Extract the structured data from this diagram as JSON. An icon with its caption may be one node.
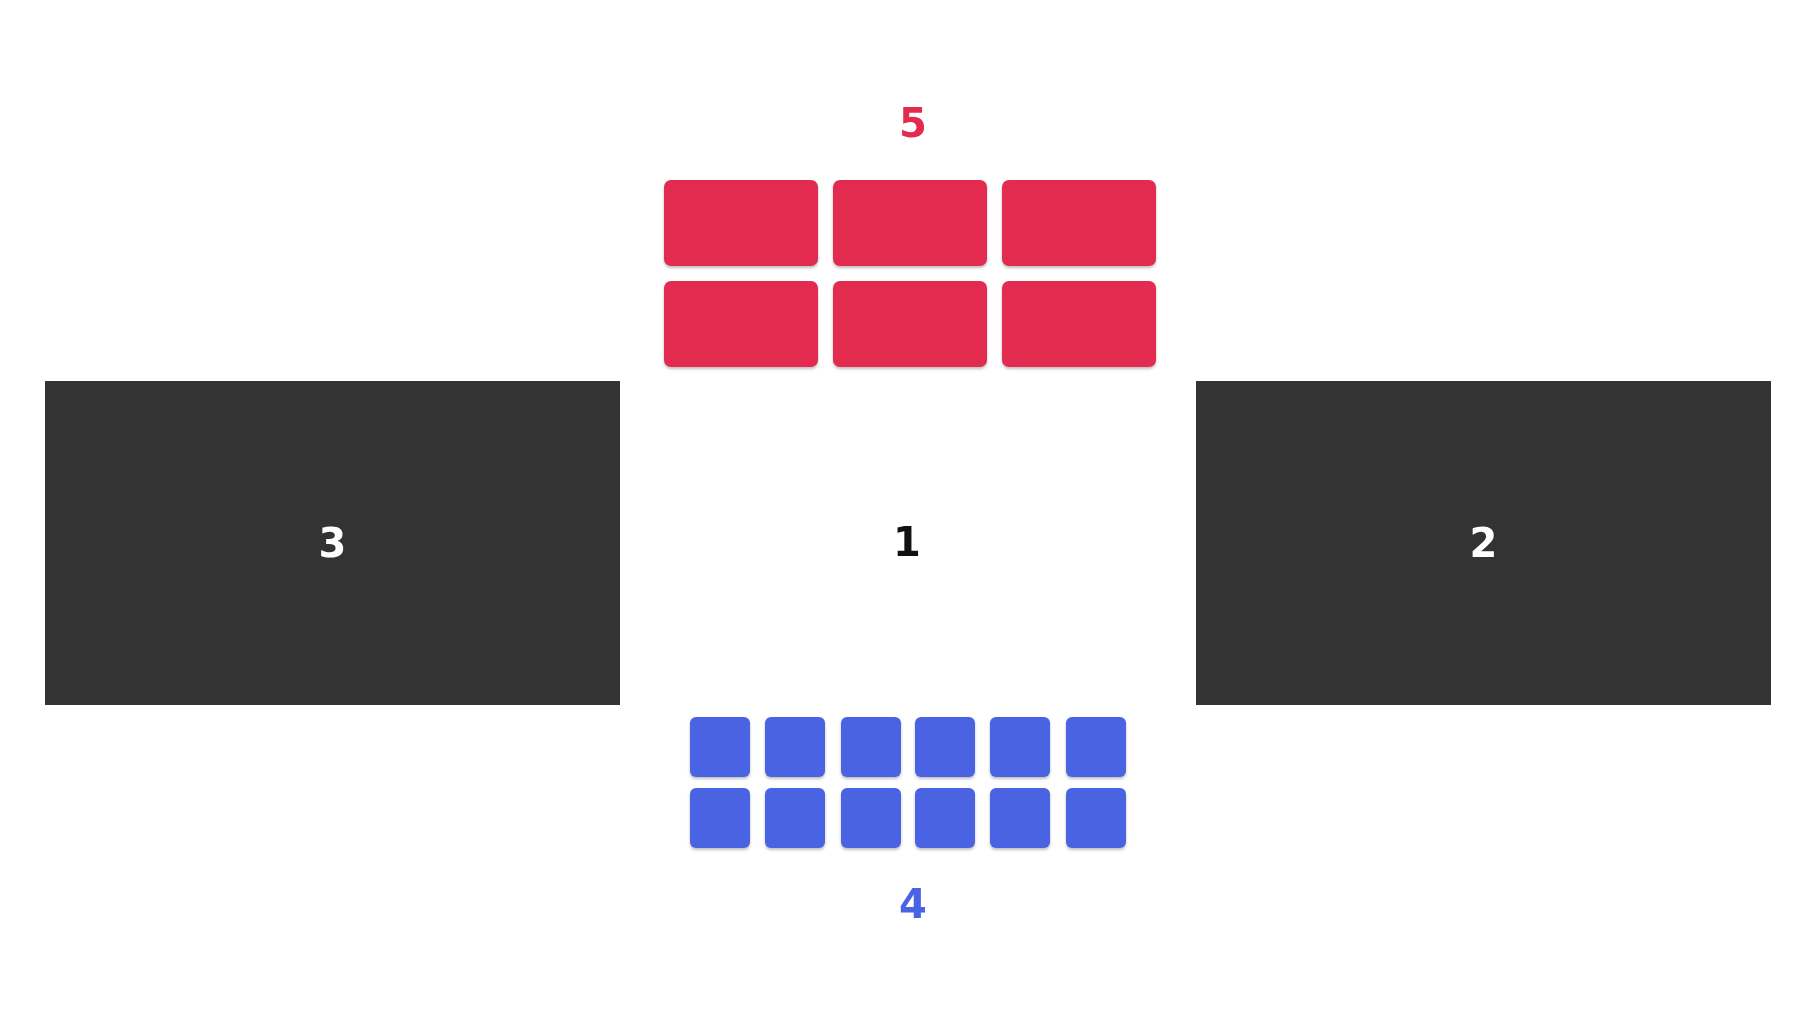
{
  "diagram": {
    "nodes": [
      {
        "text": [],
        "shape": "box"
      },
      {
        "text": [],
        "shape": "box"
      },
      {
        "text": [],
        "shape": "box"
      },
      {
        "text": [],
        "shape": "box"
      },
      {
        "text": [],
        "shape": "box"
      },
      {
        "text": [],
        "shape": "box"
      },
      {
        "text": [
          "3"
        ]
      },
      {
        "text": [
          "2"
        ]
      },
      {
        "text": [],
        "shape": "box"
      },
      {
        "text": [],
        "shape": "box"
      },
      {
        "text": [],
        "shape": "box"
      },
      {
        "text": [],
        "shape": "box"
      },
      {
        "text": [],
        "shape": "box"
      },
      {
        "text": [],
        "shape": "box"
      },
      {
        "text": [],
        "shape": "box"
      },
      {
        "text": [],
        "shape": "box"
      },
      {
        "text": [],
        "shape": "box"
      },
      {
        "text": [],
        "shape": "box"
      },
      {
        "text": [],
        "shape": "box"
      },
      {
        "text": [],
        "shape": "box"
      }
    ],
    "labels": [
      "5",
      "1",
      "4"
    ]
  }
}
